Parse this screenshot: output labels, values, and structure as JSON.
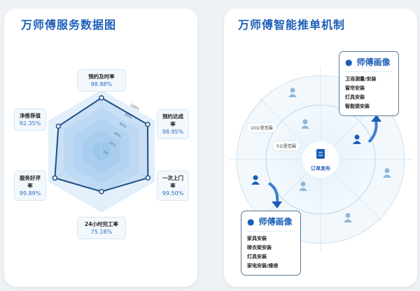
{
  "left": {
    "title": "万师傅服务数据图",
    "chart_data": {
      "type": "radar",
      "axis_ticks": [
        "0%",
        "20%",
        "40%",
        "60%",
        "80%",
        "100%"
      ],
      "rlim": [
        0,
        100
      ],
      "categories": [
        "预约及时率",
        "预约达成率",
        "一次上门率",
        "24小时完工率",
        "服务好评率",
        "净推荐值"
      ],
      "values": [
        98.88,
        98.95,
        99.5,
        75.18,
        99.89,
        92.35
      ],
      "value_labels": [
        "98.88%",
        "98.95%",
        "99.50%",
        "75.18%",
        "99.89%",
        "92.35%"
      ]
    }
  },
  "right": {
    "title": "万师傅智能推单机制",
    "center_label": "订单发布",
    "ring_labels": [
      "10公里范围",
      "5公里范围"
    ],
    "profile_top": {
      "title": "师傅画像",
      "items": [
        "卫浴测量/安装",
        "窗帘安装",
        "灯具安装",
        "智能锁安装"
      ]
    },
    "profile_bottom": {
      "title": "师傅画像",
      "items": [
        "家具安装",
        "晾衣架安装",
        "灯具安装",
        "家电安装/维修"
      ]
    },
    "colors": {
      "accent": "#1d5fb8",
      "light": "#8fb7d8"
    }
  }
}
